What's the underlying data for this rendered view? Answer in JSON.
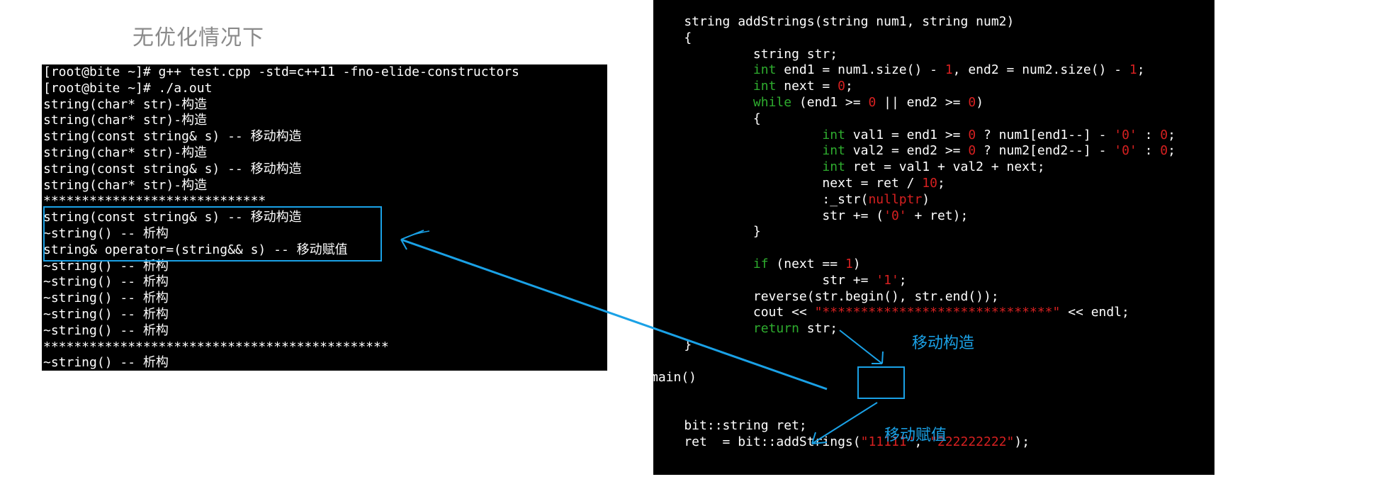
{
  "heading": "无优化情况下",
  "terminal": {
    "lines": [
      "[root@bite ~]# g++ test.cpp -std=c++11 -fno-elide-constructors",
      "[root@bite ~]# ./a.out",
      "string(char* str)-构造",
      "string(char* str)-构造",
      "string(const string& s) -- 移动构造",
      "string(char* str)-构造",
      "string(const string& s) -- 移动构造",
      "string(char* str)-构造",
      "*****************************",
      "string(const string& s) -- 移动构造",
      "~string() -- 析构",
      "string& operator=(string&& s) -- 移动赋值",
      "~string() -- 析构",
      "~string() -- 析构",
      "~string() -- 析构",
      "~string() -- 析构",
      "~string() -- 析构",
      "*********************************************",
      "~string() -- 析构"
    ]
  },
  "code": {
    "lines": [
      [
        {
          "t": "    string addStrings(string num1, string num2)"
        }
      ],
      [
        {
          "t": "    {"
        }
      ],
      [
        {
          "t": "             string str;"
        }
      ],
      [
        {
          "t": "             "
        },
        {
          "t": "int",
          "c": "kw"
        },
        {
          "t": " end1 = num1.size() - "
        },
        {
          "t": "1",
          "c": "num"
        },
        {
          "t": ", end2 = num2.size() - "
        },
        {
          "t": "1",
          "c": "num"
        },
        {
          "t": ";"
        }
      ],
      [
        {
          "t": "             "
        },
        {
          "t": "int",
          "c": "kw"
        },
        {
          "t": " next = "
        },
        {
          "t": "0",
          "c": "num"
        },
        {
          "t": ";"
        }
      ],
      [
        {
          "t": "             "
        },
        {
          "t": "while",
          "c": "kw"
        },
        {
          "t": " (end1 >= "
        },
        {
          "t": "0",
          "c": "num"
        },
        {
          "t": " || end2 >= "
        },
        {
          "t": "0",
          "c": "num"
        },
        {
          "t": ")"
        }
      ],
      [
        {
          "t": "             {"
        }
      ],
      [
        {
          "t": "                      "
        },
        {
          "t": "int",
          "c": "kw"
        },
        {
          "t": " val1 = end1 >= "
        },
        {
          "t": "0",
          "c": "num"
        },
        {
          "t": " ? num1[end1--] - "
        },
        {
          "t": "'0'",
          "c": "str"
        },
        {
          "t": " : "
        },
        {
          "t": "0",
          "c": "num"
        },
        {
          "t": ";"
        }
      ],
      [
        {
          "t": "                      "
        },
        {
          "t": "int",
          "c": "kw"
        },
        {
          "t": " val2 = end2 >= "
        },
        {
          "t": "0",
          "c": "num"
        },
        {
          "t": " ? num2[end2--] - "
        },
        {
          "t": "'0'",
          "c": "str"
        },
        {
          "t": " : "
        },
        {
          "t": "0",
          "c": "num"
        },
        {
          "t": ";"
        }
      ],
      [
        {
          "t": "                      "
        },
        {
          "t": "int",
          "c": "kw"
        },
        {
          "t": " ret = val1 + val2 + next;"
        }
      ],
      [
        {
          "t": "                      next = ret / "
        },
        {
          "t": "10",
          "c": "num"
        },
        {
          "t": ";"
        }
      ],
      [
        {
          "t": "                      :_str("
        },
        {
          "t": "nullptr",
          "c": "str"
        },
        {
          "t": ")"
        }
      ],
      [
        {
          "t": "                      str += ("
        },
        {
          "t": "'0'",
          "c": "str"
        },
        {
          "t": " + ret);"
        }
      ],
      [
        {
          "t": "             }"
        }
      ],
      [
        {
          "t": ""
        }
      ],
      [
        {
          "t": "             "
        },
        {
          "t": "if",
          "c": "kw"
        },
        {
          "t": " (next == "
        },
        {
          "t": "1",
          "c": "num"
        },
        {
          "t": ")"
        }
      ],
      [
        {
          "t": "                      str += "
        },
        {
          "t": "'1'",
          "c": "str"
        },
        {
          "t": ";"
        }
      ],
      [
        {
          "t": "             reverse(str.begin(), str.end());"
        }
      ],
      [
        {
          "t": "             cout << "
        },
        {
          "t": "\"******************************\"",
          "c": "str"
        },
        {
          "t": " << endl;"
        }
      ],
      [
        {
          "t": "             "
        },
        {
          "t": "return",
          "c": "kw"
        },
        {
          "t": " str;"
        }
      ],
      [
        {
          "t": "    }"
        }
      ],
      [
        {
          "t": ""
        }
      ],
      [
        {
          "t": "main()"
        }
      ],
      [
        {
          "t": ""
        }
      ],
      [
        {
          "t": ""
        }
      ],
      [
        {
          "t": "    bit::string ret;"
        }
      ],
      [
        {
          "t": "    ret  = bit::addStrings("
        },
        {
          "t": "\"11111\"",
          "c": "str"
        },
        {
          "t": ", "
        },
        {
          "t": "\"222222222\"",
          "c": "str"
        },
        {
          "t": ");"
        }
      ]
    ]
  },
  "annotations": {
    "move_construct": "移动构造",
    "move_assign": "移动赋值"
  },
  "colors": {
    "accent": "#1aa1e6",
    "keyword": "#2eac2e",
    "literal": "#d62020"
  }
}
